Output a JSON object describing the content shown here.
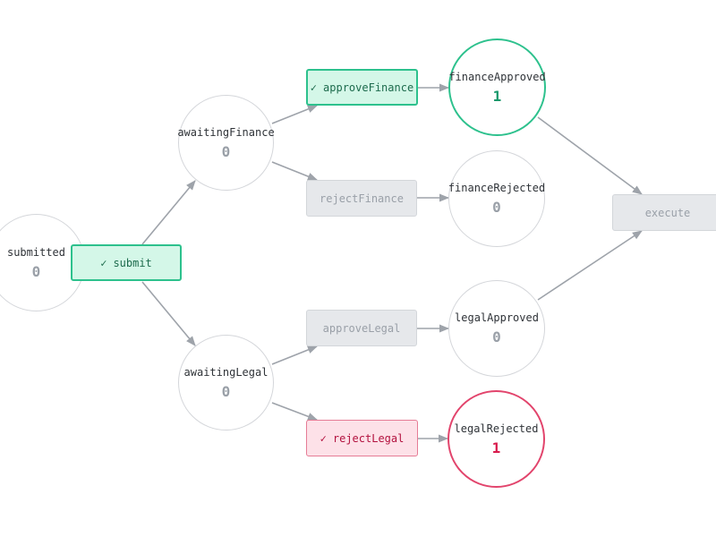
{
  "places": {
    "submitted": {
      "name": "submitted",
      "tokens": "0"
    },
    "awaiting_finance": {
      "name": "awaitingFinance",
      "tokens": "0"
    },
    "awaiting_legal": {
      "name": "awaitingLegal",
      "tokens": "0"
    },
    "finance_approved": {
      "name": "financeApproved",
      "tokens": "1"
    },
    "finance_rejected": {
      "name": "financeRejected",
      "tokens": "0"
    },
    "legal_approved": {
      "name": "legalApproved",
      "tokens": "0"
    },
    "legal_rejected": {
      "name": "legalRejected",
      "tokens": "1"
    }
  },
  "transitions": {
    "submit": {
      "label": "submit",
      "fired": true
    },
    "approve_finance": {
      "label": "approveFinance",
      "fired": true
    },
    "reject_finance": {
      "label": "rejectFinance",
      "fired": false
    },
    "approve_legal": {
      "label": "approveLegal",
      "fired": false
    },
    "reject_legal": {
      "label": "rejectLegal",
      "fired": true
    },
    "execute": {
      "label": "execute",
      "fired": false
    }
  },
  "check_mark": "✓",
  "colors": {
    "edge": "#9ea3aa",
    "fired_green_border": "#2dc18d",
    "fired_green_fill": "#d4f7e8",
    "fired_red_border": "#e67c96",
    "fired_red_fill": "#fde1e8",
    "disabled_fill": "#e6e8eb",
    "place_border": "#d4d6da"
  }
}
